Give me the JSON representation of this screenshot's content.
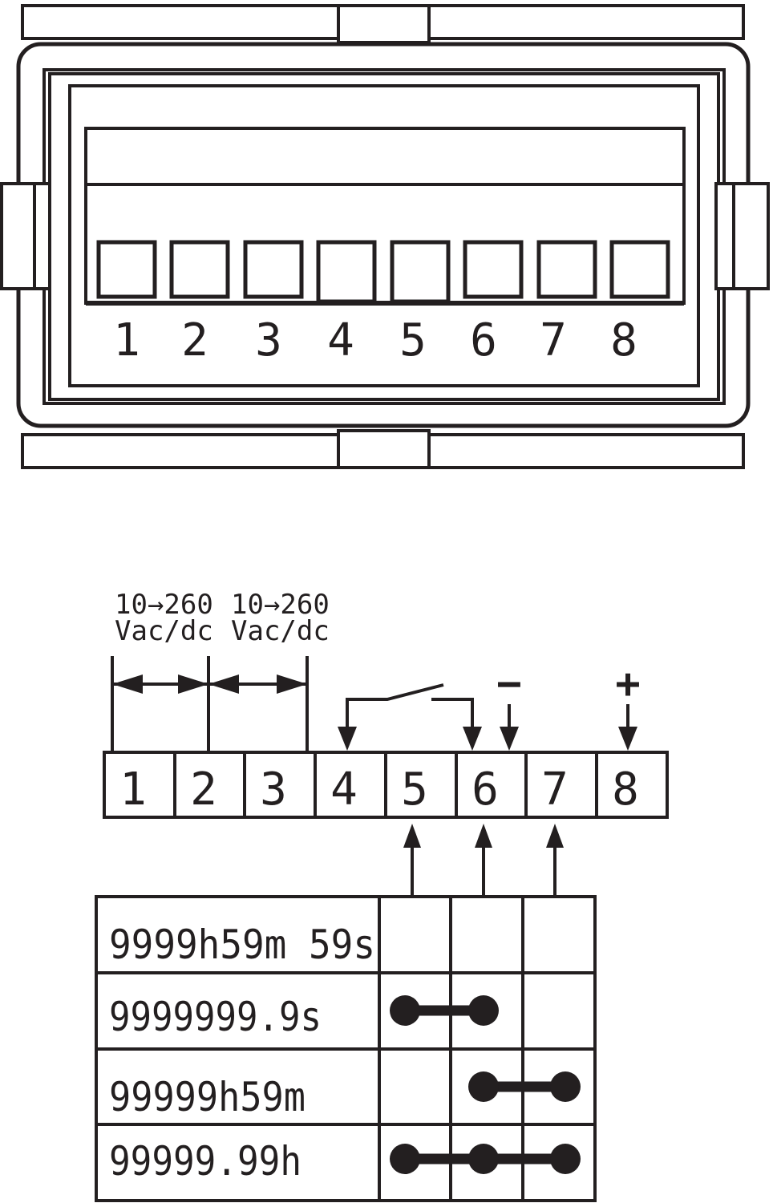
{
  "device_rear": {
    "terminal_labels": [
      "1",
      "2",
      "3",
      "4",
      "5",
      "6",
      "7",
      "8"
    ]
  },
  "wiring": {
    "power": {
      "range_a": "10→260",
      "unit_a": "Vac/dc",
      "range_b": "10→260",
      "unit_b": "Vac/dc"
    },
    "polarity": {
      "minus": "−",
      "plus": "+"
    },
    "terminal_labels": [
      "1",
      "2",
      "3",
      "4",
      "5",
      "6",
      "7",
      "8"
    ],
    "connections": {
      "supply_a_terminals": [
        1,
        2
      ],
      "supply_b_terminals": [
        2,
        3
      ],
      "switch_terminals": [
        4,
        6
      ],
      "minus_terminal": 6,
      "plus_terminal": 8,
      "jumper_select_terminals": [
        5,
        6,
        7
      ]
    }
  },
  "format_table": {
    "rows": [
      {
        "label": "9999h59m 59s",
        "jumper_terminals": []
      },
      {
        "label": "9999999.9s",
        "jumper_terminals": [
          5,
          6
        ]
      },
      {
        "label": "99999h59m",
        "jumper_terminals": [
          6,
          7
        ]
      },
      {
        "label": "99999.99h",
        "jumper_terminals": [
          5,
          6,
          7
        ]
      }
    ]
  }
}
